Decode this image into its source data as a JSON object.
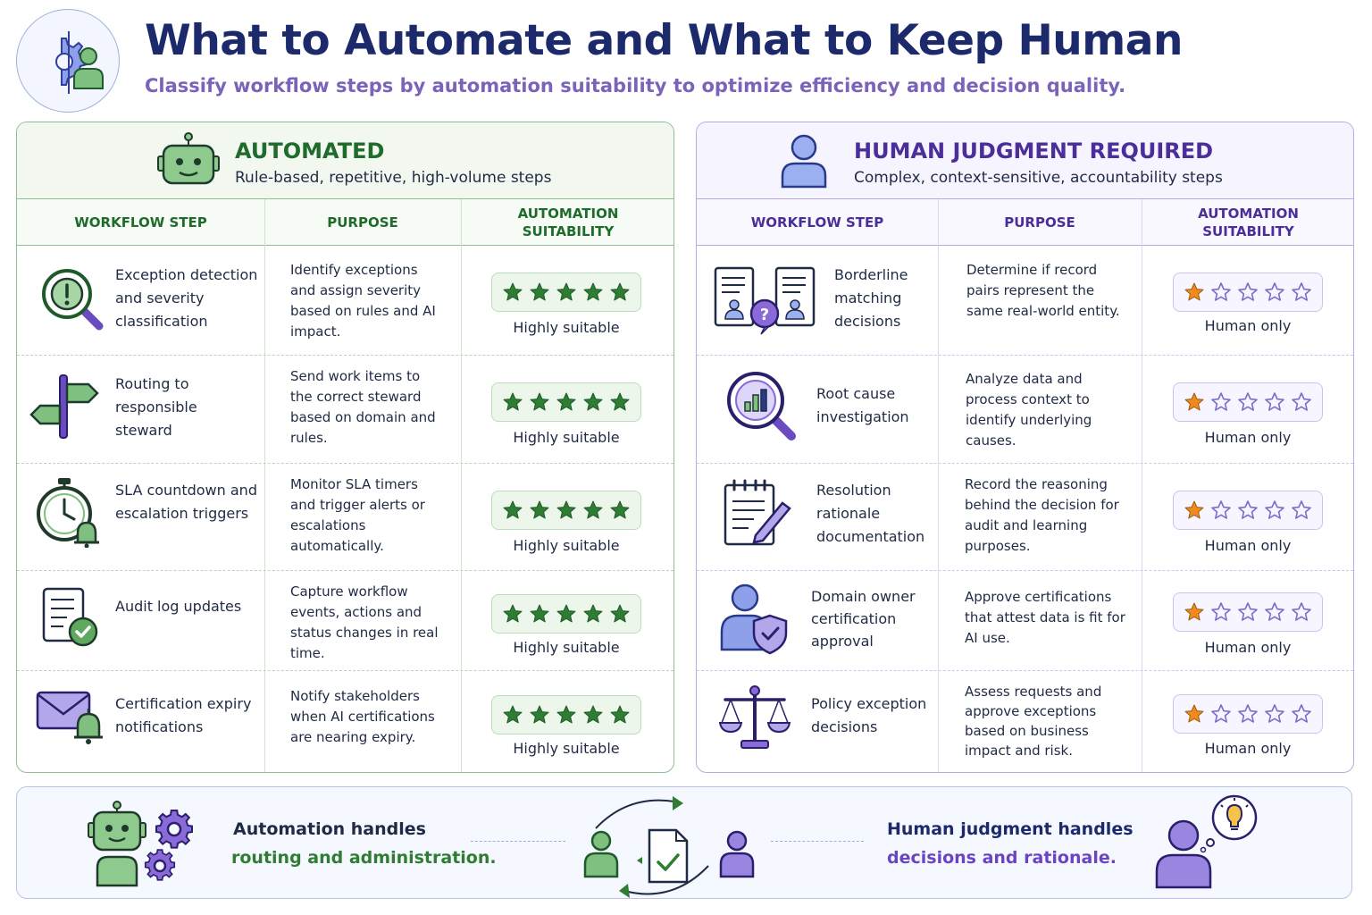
{
  "header": {
    "title": "What to Automate and What to Keep Human",
    "subtitle": "Classify workflow steps by automation suitability to optimize efficiency and decision quality.",
    "logo_icon": "gear-person-icon"
  },
  "colors": {
    "automated_accent": "#2e7d32",
    "human_accent": "#5b3cc4",
    "star_full_green": "#2e7d32",
    "star_full_orange": "#f08a1c",
    "star_empty": "#7a6cc8"
  },
  "columns": {
    "step": "WORKFLOW STEP",
    "purpose": "PURPOSE",
    "suitability": "AUTOMATION SUITABILITY"
  },
  "automated": {
    "title": "AUTOMATED",
    "description": "Rule-based, repetitive, high-volume steps",
    "icon": "robot-icon",
    "rows": [
      {
        "step": "Exception detection and severity classification",
        "purpose": "Identify exceptions and assign severity based on rules and AI impact.",
        "rating": 5,
        "label": "Highly suitable",
        "icon": "alert-magnifier-icon"
      },
      {
        "step": "Routing to responsible steward",
        "purpose": "Send work items to the correct steward based on domain and rules.",
        "rating": 5,
        "label": "Highly suitable",
        "icon": "signpost-icon"
      },
      {
        "step": "SLA countdown and escalation triggers",
        "purpose": "Monitor SLA timers and trigger alerts or escalations automatically.",
        "rating": 5,
        "label": "Highly suitable",
        "icon": "stopwatch-bell-icon"
      },
      {
        "step": "Audit log updates",
        "purpose": "Capture workflow events, actions and status changes in real time.",
        "rating": 5,
        "label": "Highly suitable",
        "icon": "checklist-icon"
      },
      {
        "step": "Certification expiry notifications",
        "purpose": "Notify stakeholders when AI certifications are nearing expiry.",
        "rating": 5,
        "label": "Highly suitable",
        "icon": "envelope-bell-icon"
      }
    ]
  },
  "human": {
    "title": "HUMAN JUDGMENT REQUIRED",
    "description": "Complex, context-sensitive, accountability steps",
    "icon": "person-icon",
    "rows": [
      {
        "step": "Borderline matching decisions",
        "purpose": "Determine if record pairs represent the same real-world entity.",
        "rating": 1,
        "label": "Human only",
        "icon": "record-match-icon"
      },
      {
        "step": "Root cause investigation",
        "purpose": "Analyze data and process context to identify underlying causes.",
        "rating": 1,
        "label": "Human only",
        "icon": "chart-magnifier-icon"
      },
      {
        "step": "Resolution rationale documentation",
        "purpose": "Record the reasoning behind the decision for audit and learning purposes.",
        "rating": 1,
        "label": "Human only",
        "icon": "notepad-pencil-icon"
      },
      {
        "step": "Domain owner certification approval",
        "purpose": "Approve certifications that attest data is fit for AI use.",
        "rating": 1,
        "label": "Human only",
        "icon": "person-shield-icon"
      },
      {
        "step": "Policy exception decisions",
        "purpose": "Assess requests and approve exceptions based on business impact and risk.",
        "rating": 1,
        "label": "Human only",
        "icon": "scales-icon"
      }
    ]
  },
  "footer": {
    "automation_line1": "Automation handles",
    "automation_line2": "routing and administration.",
    "human_line1": "Human judgment handles",
    "human_line2": "decisions and rationale.",
    "icons": [
      "robot-gears-icon",
      "handoff-cycle-icon",
      "person-idea-icon"
    ]
  }
}
